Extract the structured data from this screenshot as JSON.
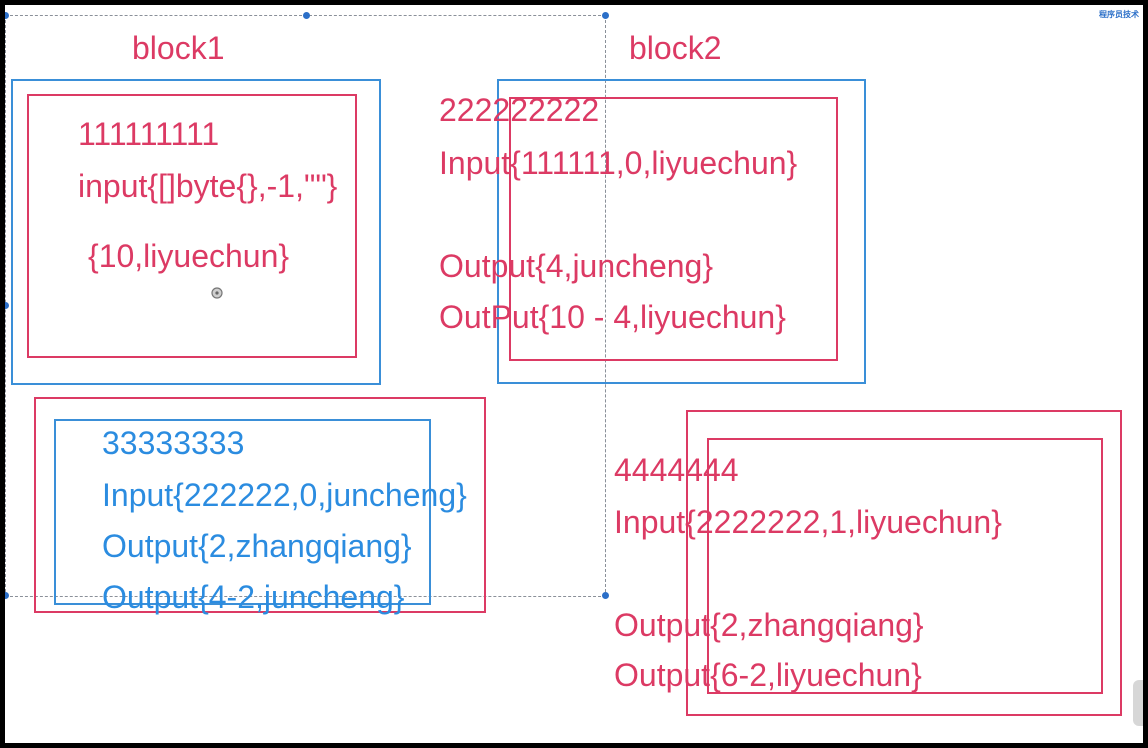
{
  "blocks": {
    "block1": {
      "label": "block1",
      "lines": [
        "111111111",
        "input{[]byte{},-1,\"\"}",
        "{10,liyuechun}"
      ]
    },
    "block2": {
      "label": "block2",
      "lines": [
        "222222222",
        "Input{111111,0,liyuechun}",
        "Output{4,juncheng}",
        "OutPut{10 - 4,liyuechun}"
      ]
    },
    "block3": {
      "lines": [
        "33333333",
        "Input{222222,0,juncheng}",
        "Output{2,zhangqiang}",
        "Output{4-2,juncheng}"
      ]
    },
    "block4": {
      "lines": [
        "4444444",
        "Input{2222222,1,liyuechun}",
        "Output{2,zhangqiang}",
        "Output{6-2,liyuechun}"
      ]
    }
  },
  "logo": "程序员技术",
  "colors": {
    "red": "#dc3a64",
    "blue": "#2b8ce0",
    "selection": "#8a9099",
    "handle": "#2b6fc8"
  },
  "icons": [
    "cursor-icon",
    "selection-handle"
  ]
}
